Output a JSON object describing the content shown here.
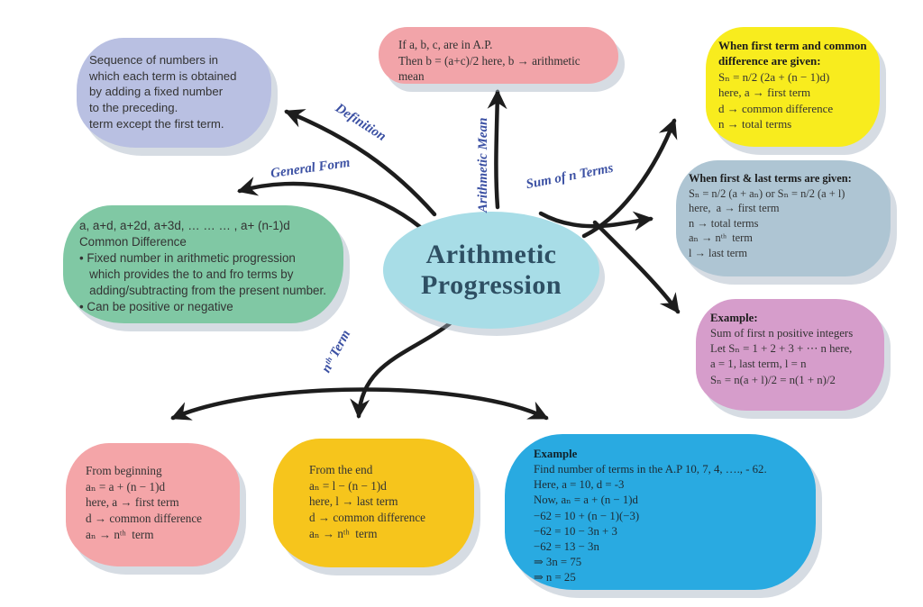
{
  "center": {
    "lines": [
      "Arithmetic",
      "Progression"
    ]
  },
  "branch_labels": {
    "definition": "Definition",
    "general_form": "General Form",
    "arithmetic_mean": "Arithmetic Mean",
    "sum_of_n_terms": "Sum of n Terms",
    "nth_term": "nᵗʰ Term"
  },
  "colors": {
    "center_fill": "#a8dde7",
    "definition_fill": "#b9c0e2",
    "mean_fill": "#f2a4a9",
    "sum_ad_fill": "#f8ec1e",
    "sum_al_fill": "#aec5d3",
    "ex_sum_fill": "#d69dcb",
    "general_fill": "#80c8a4",
    "nth_beg_fill": "#f4a5a8",
    "nth_end_fill": "#f6c51c",
    "ex_nth_fill": "#29aae1",
    "label_blue": "#3b50a3",
    "arrow_black": "#1d1d1d"
  },
  "boxes": {
    "definition": {
      "heading": "",
      "lines": [
        "Sequence of numbers in",
        "which each term is obtained",
        "by adding a fixed number",
        "to the preceding.",
        "term except the first term."
      ]
    },
    "arithmetic_mean": {
      "heading": "",
      "lines": [
        "If a, b, c, are in A.P.",
        "Then b = (a+c)/2 here, b → arithmetic mean"
      ]
    },
    "sum_given_a_d": {
      "heading": "When first term and common difference are given:",
      "lines": [
        "Sₙ = n/2 (2a + (n − 1)d)",
        "here, a → first term",
        "d → common difference",
        "n → total terms"
      ]
    },
    "sum_given_a_l": {
      "heading": "When first & last terms are given:",
      "lines": [
        "Sₙ = n/2 (a + aₙ) or Sₙ = n/2 (a + l)",
        "here,  a → first term",
        "n → total terms",
        "aₙ → nᵗʰ  term",
        "l → last term"
      ]
    },
    "example_sum": {
      "heading": "Example:",
      "lines": [
        "Sum of first n positive integers",
        "Let Sₙ = 1 + 2 + 3 + ⋯ n here,",
        "a = 1, last term, l = n",
        "Sₙ = n(a + l)/2 = n(1 + n)/2"
      ]
    },
    "general_form": {
      "heading": "",
      "lines": [
        "a, a+d, a+2d, a+3d, … … … , a+ (n-1)d",
        "Common Difference",
        "• Fixed number in arithmetic progression",
        "   which provides the to and fro terms by",
        "   adding/subtracting from the present number.",
        "• Can be positive or negative"
      ]
    },
    "nth_from_beginning": {
      "heading": "",
      "lines": [
        "From beginning",
        "aₙ = a + (n − 1)d",
        "here, a → first term",
        "d → common difference",
        "aₙ → nᵗʰ  term"
      ]
    },
    "nth_from_end": {
      "heading": "",
      "lines": [
        "From the end",
        "aₙ = l − (n − 1)d",
        "here, l → last term",
        "d → common difference",
        "aₙ → nᵗʰ  term"
      ]
    },
    "example_nth": {
      "heading": "Example",
      "lines": [
        "Find number of terms in the A.P 10, 7, 4, …., - 62.",
        "Here, a = 10, d = -3",
        "Now, aₙ = a + (n − 1)d",
        "−62 = 10 + (n − 1)(−3)",
        "−62 = 10 − 3n + 3",
        "−62 = 13 − 3n",
        "⇒ 3n = 75",
        "⇒ n = 25"
      ]
    }
  }
}
